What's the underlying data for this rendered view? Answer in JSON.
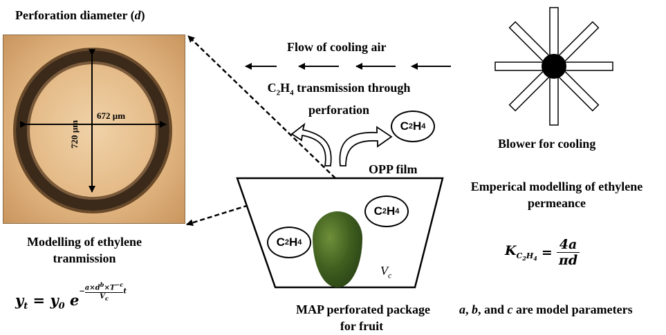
{
  "perforation": {
    "title": "Perforation diameter (",
    "title_var": "d",
    "title_end": ")",
    "horizontal": "672 µm",
    "vertical": "720 µm"
  },
  "airflow": {
    "title": "Flow of cooling air"
  },
  "transmission": {
    "line1_pre": "C",
    "line1_sub1": "2",
    "line1_mid": "H",
    "line1_sub2": "4",
    "line1_post": " transmission  through",
    "line2": "perforation"
  },
  "blower": {
    "label": "Blower for cooling"
  },
  "film": {
    "label": "OPP film"
  },
  "emperical": {
    "line1": "Emperical modelling  of ethylene",
    "line2": "permeance"
  },
  "modelling": {
    "line1": "Modelling  of ethylene",
    "line2": "tranmission"
  },
  "package": {
    "line1": "MAP perforated package",
    "line2": "for fruit",
    "volume_var": "V",
    "volume_sub": "c"
  },
  "molecule": {
    "pre": "C",
    "sub1": "2",
    "mid": "H",
    "sub2": "4"
  },
  "equation_y": {
    "lhs": "y",
    "lhs_sub": "t",
    "eq": " = ",
    "rhs": "y",
    "rhs_sub": "0",
    "base": " e",
    "exp_num": "a×d",
    "exp_num_sup": "b",
    "exp_num_mid": "×T",
    "exp_num_sup2": "−c",
    "exp_den": "V",
    "exp_den_sub": "c",
    "exp_tail": "t"
  },
  "equation_k": {
    "lhs": "K",
    "lhs_sub": "C",
    "lhs_sub2": "2",
    "lhs_sub3": "H",
    "lhs_sub4": "4",
    "eq": " = ",
    "num": "4a",
    "den": "πd"
  },
  "params": {
    "a": "a",
    "sep1": ", ",
    "b": "b",
    "sep2": ", and ",
    "c": "c",
    "tail": " are model parameters"
  },
  "colors": {
    "photo_bg": "#e3b884",
    "avocado": "#3f5f1f"
  }
}
